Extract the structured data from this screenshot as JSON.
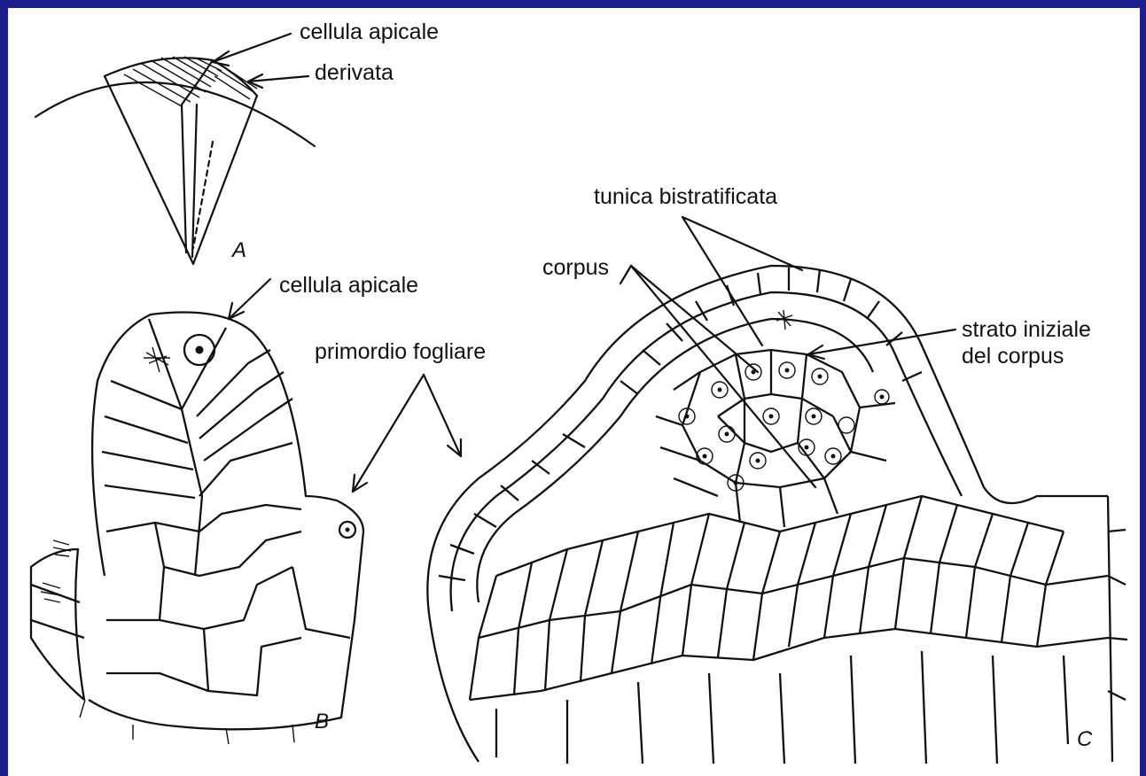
{
  "labels": {
    "a_apical": "cellula apicale",
    "a_derivata": "derivata",
    "a_panel": "A",
    "b_apical": "cellula apicale",
    "b_primordio": "primordio fogliare",
    "b_panel": "B",
    "c_tunica": "tunica bistratificata",
    "c_corpus": "corpus",
    "c_strato_1": "strato iniziale",
    "c_strato_2": "del corpus",
    "c_panel": "C"
  },
  "colors": {
    "border": "#1c1c8a",
    "background": "#ffffff",
    "ink": "#111111"
  }
}
